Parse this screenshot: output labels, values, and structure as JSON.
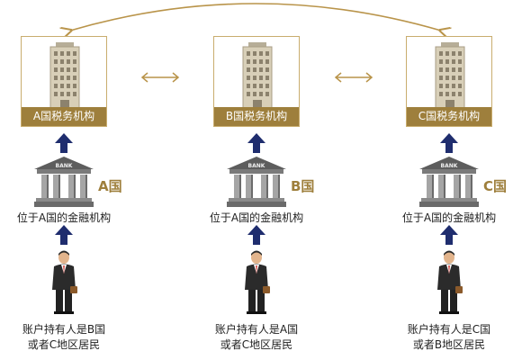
{
  "countries": [
    {
      "authority_label": "A国税务机构",
      "country_tag": "A国",
      "institution_label": "位于A国的金融机构",
      "holder_line1": "账户持有人是B国",
      "holder_line2": "或者C地区居民"
    },
    {
      "authority_label": "B国税务机构",
      "country_tag": "B国",
      "institution_label": "位于A国的金融机构",
      "holder_line1": "账户持有人是A国",
      "holder_line2": "或者C地区居民"
    },
    {
      "authority_label": "C国税务机构",
      "country_tag": "C国",
      "institution_label": "位于A国的金融机构",
      "holder_line1": "账户持有人是C国",
      "holder_line2": "或者B地区居民"
    }
  ],
  "bank_sign": "BANK",
  "colors": {
    "gold": "#9e7f3c",
    "gold_border": "#c9ad6e",
    "navy_arrow": "#1f2d6e"
  },
  "icons": [
    "office-tower-icon",
    "bank-building-icon",
    "businessman-icon",
    "up-arrow-icon",
    "double-arrow-icon",
    "curved-double-arrow-icon"
  ]
}
